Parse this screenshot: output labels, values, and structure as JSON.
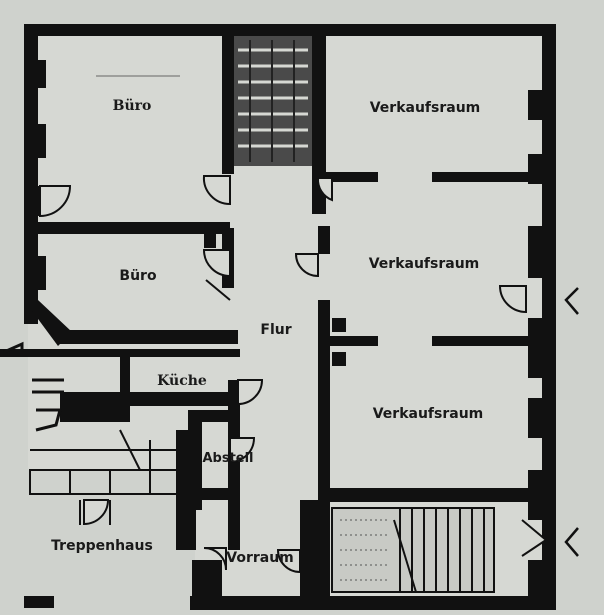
{
  "rooms": {
    "buero_1": "Büro",
    "buero_2": "Büro",
    "kueche": "Küche",
    "flur": "Flur",
    "abstell": "Abstell",
    "treppenhaus": "Treppenhaus",
    "vorraum": "Vorraum",
    "verkaufsraum_1": "Verkaufsraum",
    "verkaufsraum_2": "Verkaufsraum",
    "verkaufsraum_3": "Verkaufsraum"
  },
  "colors": {
    "paper": "#cfd2cd",
    "wall": "#111111",
    "floor": "#d6d8d3"
  }
}
